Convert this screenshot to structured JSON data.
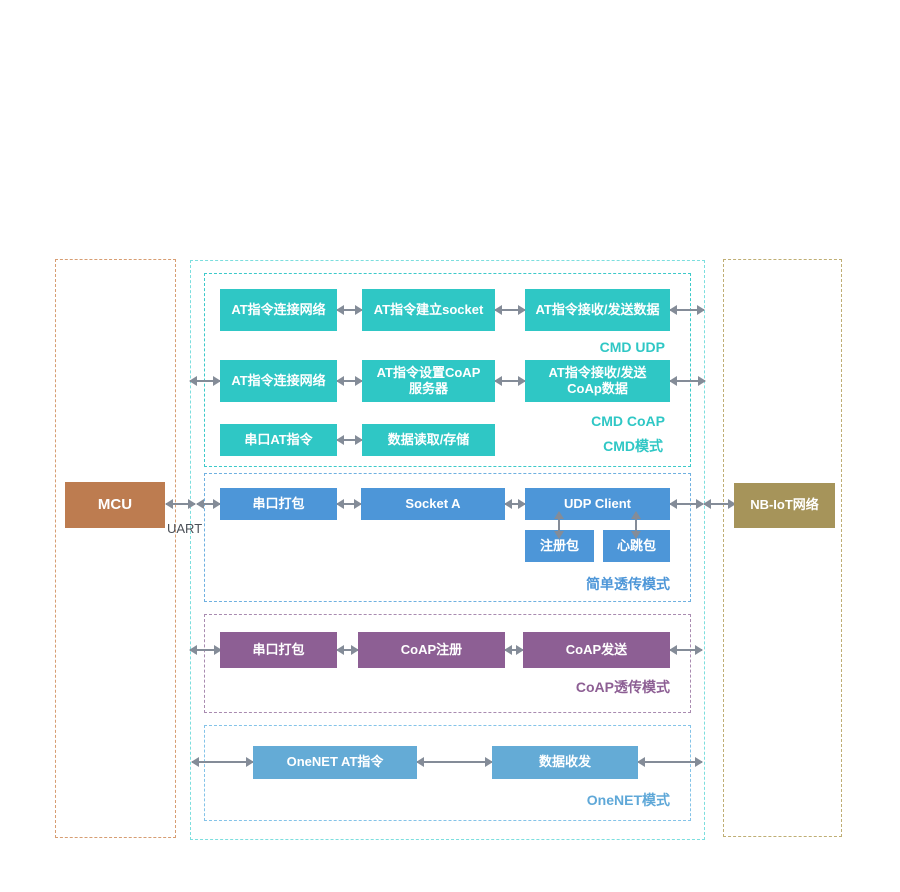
{
  "nodes": {
    "mcu": "MCU",
    "network": "NB-IoT网络",
    "uart": "UART"
  },
  "cmd": {
    "row1": {
      "boxes": [
        "AT指令连接网络",
        "AT指令建立socket",
        "AT指令接收/发送数据"
      ],
      "label": "CMD UDP"
    },
    "row2": {
      "boxes": [
        "AT指令连接网络",
        "AT指令设置CoAP\n服务器",
        "AT指令接收/发送\nCoAp数据"
      ],
      "label": "CMD CoAP"
    },
    "row3": {
      "boxes": [
        "串口AT指令",
        "数据读取/存储"
      ],
      "label": "CMD模式"
    }
  },
  "simple": {
    "boxes": [
      "串口打包",
      "Socket A",
      "UDP Client"
    ],
    "sub_boxes": [
      "注册包",
      "心跳包"
    ],
    "label": "简单透传模式"
  },
  "coap": {
    "boxes": [
      "串口打包",
      "CoAP注册",
      "CoAP发送"
    ],
    "label": "CoAP透传模式"
  },
  "onenet": {
    "boxes": [
      "OneNET AT指令",
      "数据收发"
    ],
    "label": "OneNET模式"
  },
  "colors": {
    "teal_box": "#2fc7c5",
    "blue_box": "#4d96d8",
    "light_blue_box": "#64abd6",
    "purple_box": "#8d5f94",
    "mcu_brown": "#bd7c50",
    "network_khaki": "#a6945a",
    "arrow_gray": "#848c98",
    "outer_dash_cyan": "#7cdede",
    "cmd_dash_teal": "#3cc9c9",
    "simple_dash_blue": "#6fb0e0",
    "coap_dash_purple": "#a98bb0",
    "onenet_dash_blue": "#84c3e8",
    "mcu_col_dash": "#d79d72",
    "network_col_dash": "#bfae74"
  }
}
